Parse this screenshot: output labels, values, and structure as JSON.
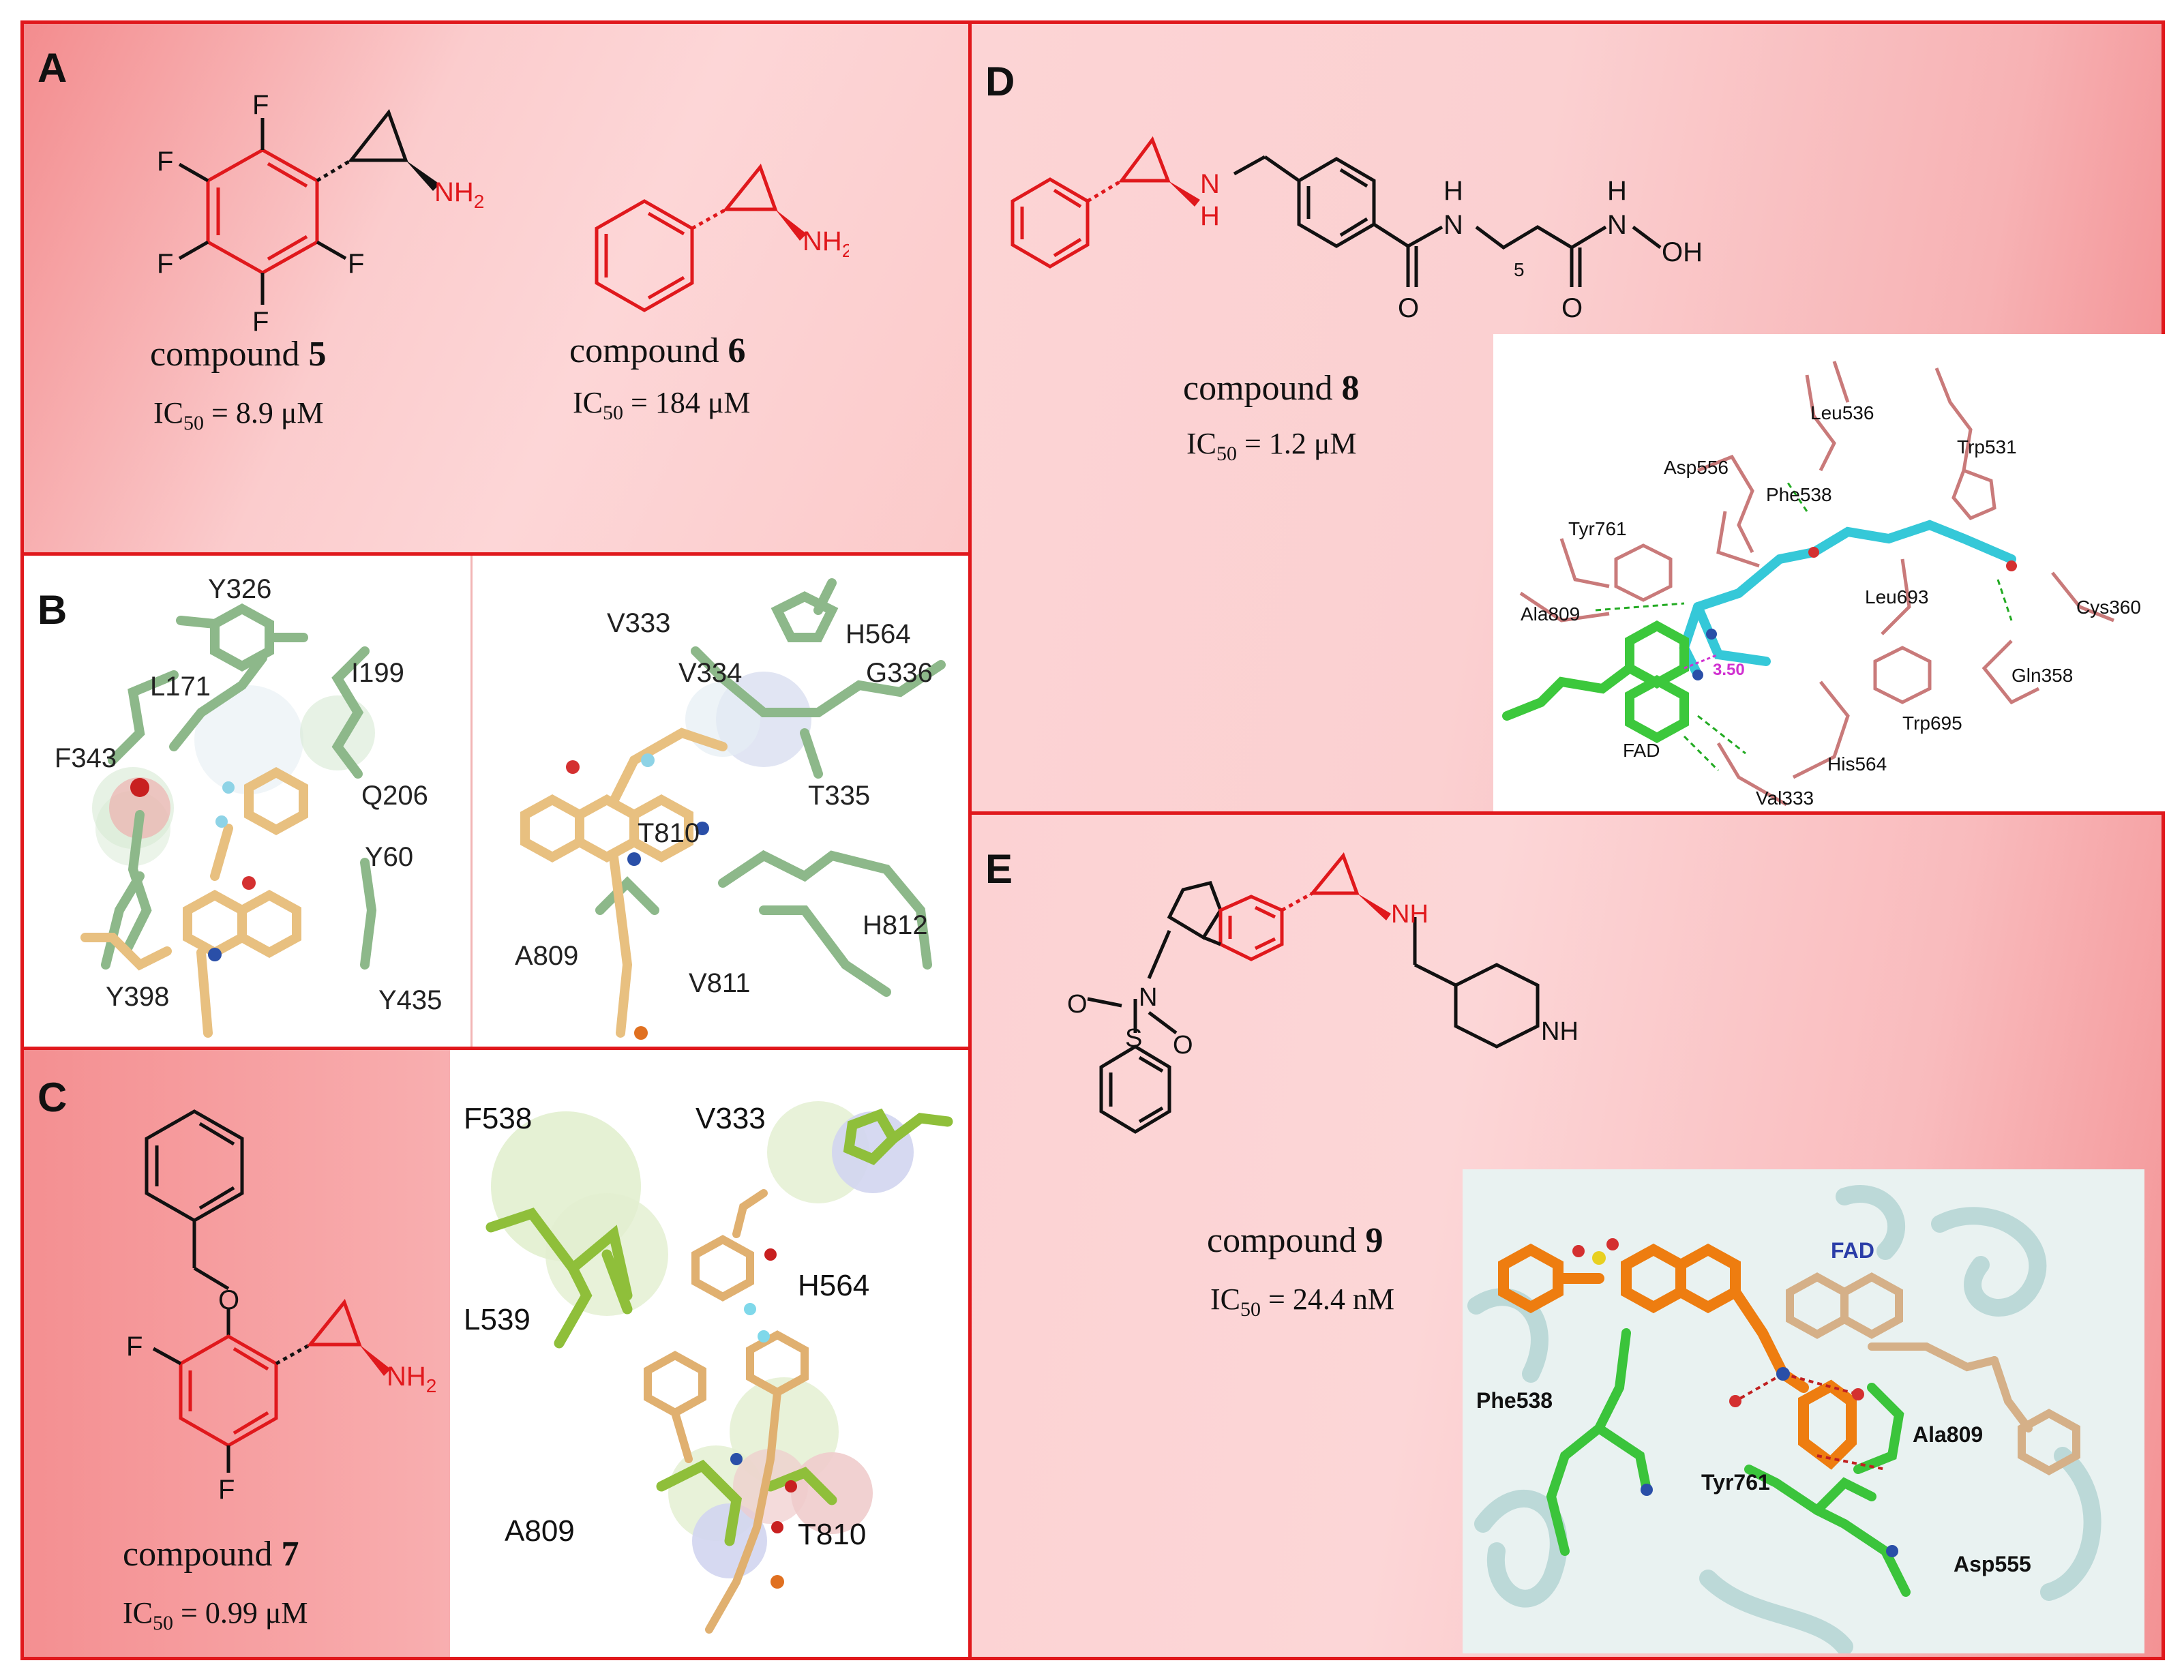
{
  "panels": {
    "A": {
      "label": "A",
      "compound5": {
        "name": "compound",
        "num": "5",
        "ic50_prefix": "IC",
        "ic50_sub": "50",
        "ic50_value": " = 8.9 μM"
      },
      "compound6": {
        "name": "compound",
        "num": "6",
        "ic50_prefix": "IC",
        "ic50_sub": "50",
        "ic50_value": " = 184 μM"
      }
    },
    "B": {
      "label": "B",
      "left_residues": [
        "Y326",
        "I199",
        "L171",
        "F343",
        "Q206",
        "Y60",
        "Y398",
        "Y435"
      ],
      "right_residues": [
        "V333",
        "H564",
        "V334",
        "G336",
        "T335",
        "T810",
        "A809",
        "H812",
        "V811"
      ]
    },
    "C": {
      "label": "C",
      "compound7": {
        "name": "compound",
        "num": "7",
        "ic50_prefix": "IC",
        "ic50_sub": "50",
        "ic50_value": " = 0.99 μM"
      },
      "residues": [
        "F538",
        "V333",
        "L539",
        "H564",
        "A809",
        "T810"
      ]
    },
    "D": {
      "label": "D",
      "compound8": {
        "name": "compound",
        "num": "8",
        "ic50_prefix": "IC",
        "ic50_sub": "50",
        "ic50_value": " = 1.2 μM"
      },
      "residues": [
        "Leu536",
        "Trp531",
        "Asp556",
        "Phe538",
        "Tyr761",
        "Leu693",
        "Cys360",
        "Ala809",
        "Gln358",
        "FAD",
        "Trp695",
        "His564",
        "Val333"
      ],
      "distance": "3.50"
    },
    "E": {
      "label": "E",
      "compound9": {
        "name": "compound",
        "num": "9",
        "ic50_prefix": "IC",
        "ic50_sub": "50",
        "ic50_value": " = 24.4 nM"
      },
      "residues": [
        "FAD",
        "Phe538",
        "Ala809",
        "Tyr761",
        "Asp555"
      ]
    }
  },
  "atoms": {
    "F": "F",
    "NH2_N": "NH",
    "NH2_sub": "2",
    "NH": "NH",
    "N": "N",
    "H": "H",
    "O": "O",
    "OH": "OH",
    "S": "S",
    "sub5": "5"
  },
  "colors": {
    "border": "#e0181c",
    "scaffold": "#e0181c",
    "structure": "#111111",
    "protein_green": "#8db88a",
    "ligand_tan": "#e8c080"
  }
}
